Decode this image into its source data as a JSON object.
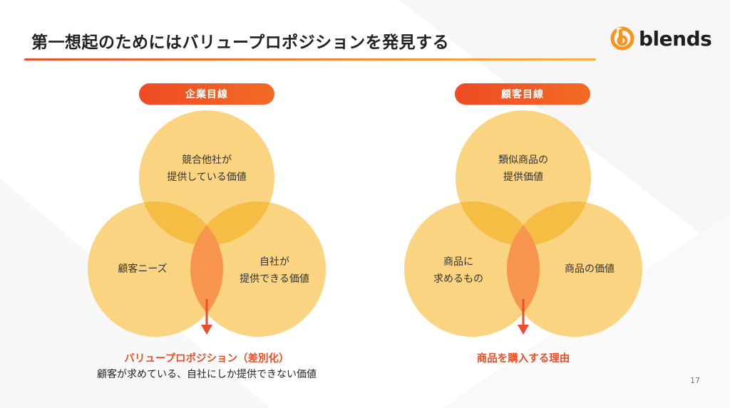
{
  "title": "第一想起のためにはバリュープロポジションを発見する",
  "logo": {
    "text": "blends",
    "icon": "blends-logo-icon",
    "brand_color": "#f7941d"
  },
  "colors": {
    "circle_fill": "#f9cf73",
    "circle_overlap": "#f7bd42",
    "center_fill": "#f7954f",
    "accent": "#ef4a23",
    "arrow": "#e94e2e"
  },
  "left_diagram": {
    "header": "企業目線",
    "top_circle_line1": "競合他社が",
    "top_circle_line2": "提供している価値",
    "left_circle": "顧客ニーズ",
    "right_circle_line1": "自社が",
    "right_circle_line2": "提供できる価値",
    "caption_main": "バリュープロポジション（差別化）",
    "caption_sub": "顧客が求めている、自社にしか提供できない価値"
  },
  "right_diagram": {
    "header": "顧客目線",
    "top_circle_line1": "類似商品の",
    "top_circle_line2": "提供価値",
    "left_circle_line1": "商品に",
    "left_circle_line2": "求めるもの",
    "right_circle": "商品の価値",
    "caption_main": "商品を購入する理由"
  },
  "page_number": "17"
}
